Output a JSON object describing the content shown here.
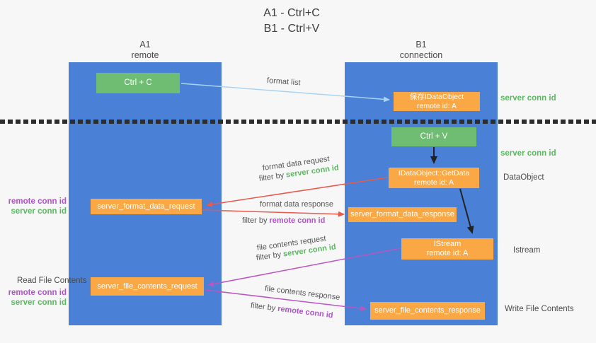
{
  "title": {
    "line1": "A1 - Ctrl+C",
    "line2": "B1 - Ctrl+V"
  },
  "lanes": {
    "left": {
      "name": "A1",
      "subtitle": "remote"
    },
    "right": {
      "name": "B1",
      "subtitle": "connection"
    }
  },
  "nodes": {
    "ctrl_c": {
      "label": "Ctrl + C"
    },
    "ctrl_v": {
      "label": "Ctrl + V"
    },
    "save_idataobject": {
      "line1": "保存IDataObject",
      "line2": "remote id: A"
    },
    "getdata": {
      "line1": "IDataObject::GetData",
      "line2": "remote id: A"
    },
    "istream": {
      "line1": "IStream",
      "line2": "remote id: A"
    },
    "format_request": {
      "label": "server_format_data_request"
    },
    "format_response": {
      "label": "server_format_data_response"
    },
    "file_request": {
      "label": "server_file_contents_request"
    },
    "file_response": {
      "label": "server_file_contents_response"
    }
  },
  "arrow_labels": {
    "format_list": "format list",
    "format_data_request": "format data request",
    "format_data_response": "format data response",
    "file_contents_request": "file contents request",
    "file_contents_response": "file contents response",
    "filter_by": "filter by",
    "server_conn_id": "server conn id",
    "remote_conn_id": "remote conn id"
  },
  "side_labels": {
    "server_conn_id": "server conn id",
    "remote_conn_id": "remote conn id",
    "dataobject": "DataObject",
    "istream": "Istream",
    "read_file_contents": "Read File Contents",
    "write_file_contents": "Write File Contents"
  },
  "colors": {
    "lane_blue": "#4a80d6",
    "node_orange": "#f9a845",
    "node_green": "#6fbd72",
    "server_conn_green": "#5cb860",
    "remote_conn_purple": "#b052c8",
    "arrow_red": "#e9594c",
    "arrow_light_blue": "#a9d3f2",
    "arrow_purple": "#bb55c0",
    "arrow_black": "#222222",
    "background": "#f7f7f8"
  }
}
